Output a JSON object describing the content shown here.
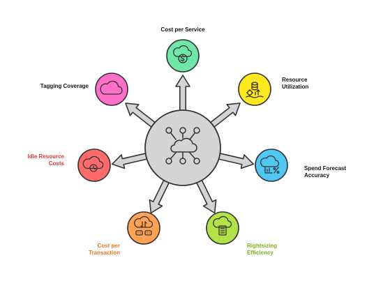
{
  "center": {
    "icon": "cloud-network-icon"
  },
  "nodes": [
    {
      "id": "cost-per-service",
      "label": [
        "Cost per Service"
      ],
      "fill": "#6EE7A8",
      "label_color": "#111111",
      "icon": "dollar-cloud-icon"
    },
    {
      "id": "resource-utilization",
      "label": [
        "Resource",
        "Utilization"
      ],
      "fill": "#FFE81F",
      "label_color": "#111111",
      "icon": "database-gear-icon"
    },
    {
      "id": "spend-forecast-accuracy",
      "label": [
        "Spend Forecast",
        "Accuracy"
      ],
      "fill": "#4FC9F3",
      "label_color": "#111111",
      "icon": "cloud-forecast-icon"
    },
    {
      "id": "rightsizing-efficiency",
      "label": [
        "Rightsizing",
        "Efficiency"
      ],
      "fill": "#B2E247",
      "label_color": "#7CB518",
      "icon": "cloud-document-icon"
    },
    {
      "id": "cost-per-transaction",
      "label": [
        "Cost per",
        "Transaction"
      ],
      "fill": "#FFA253",
      "label_color": "#E8791C",
      "icon": "cloud-transfer-icon"
    },
    {
      "id": "idle-resource-costs",
      "label": [
        "Idle Resource",
        "Costs"
      ],
      "fill": "#FF6B6B",
      "label_color": "#E03B3B",
      "icon": "cloud-clock-icon"
    },
    {
      "id": "tagging-coverage",
      "label": [
        "Tagging Coverage"
      ],
      "fill": "#FF6EC7",
      "label_color": "#111111",
      "icon": "cloud-icon"
    }
  ]
}
